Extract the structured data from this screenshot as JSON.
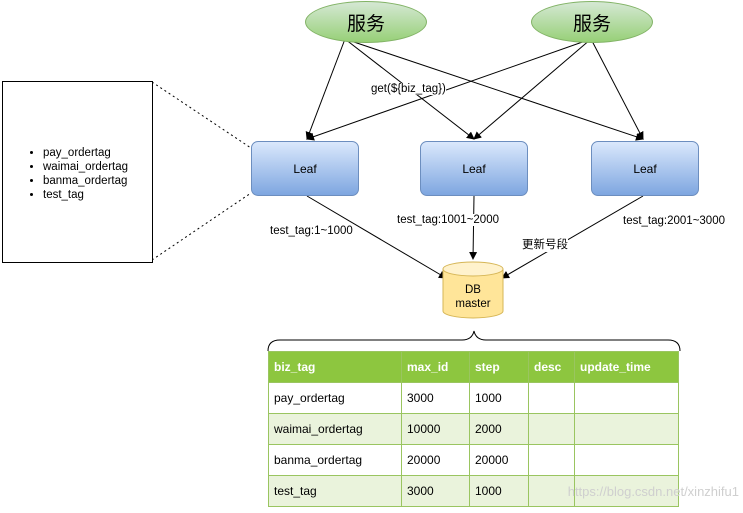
{
  "services": [
    {
      "label": "服务"
    },
    {
      "label": "服务"
    }
  ],
  "leaves": [
    {
      "label": "Leaf"
    },
    {
      "label": "Leaf"
    },
    {
      "label": "Leaf"
    }
  ],
  "get_label": "get(${biz_tag})",
  "tag_list": [
    "pay_ordertag",
    "waimai_ordertag",
    "banma_ordertag",
    "test_tag"
  ],
  "segment_labels": [
    "test_tag:1~1000",
    "test_tag:1001~2000",
    "test_tag:2001~3000"
  ],
  "update_label": "更新号段",
  "db": {
    "line1": "DB",
    "line2": "master"
  },
  "table": {
    "headers": [
      "biz_tag",
      "max_id",
      "step",
      "desc",
      "update_time"
    ],
    "rows": [
      [
        "pay_ordertag",
        "3000",
        "1000",
        "",
        ""
      ],
      [
        "waimai_ordertag",
        "10000",
        "2000",
        "",
        ""
      ],
      [
        "banma_ordertag",
        "20000",
        "20000",
        "",
        ""
      ],
      [
        "test_tag",
        "3000",
        "1000",
        "",
        ""
      ]
    ]
  },
  "watermark": "https://blog.csdn.net/xinzhifu1",
  "colors": {
    "service_fill": "#97d077",
    "leaf_fill": "#7ea6e0",
    "db_fill": "#ffe599",
    "table_header": "#8dc63f",
    "table_alt_row": "#eaf3dc"
  }
}
